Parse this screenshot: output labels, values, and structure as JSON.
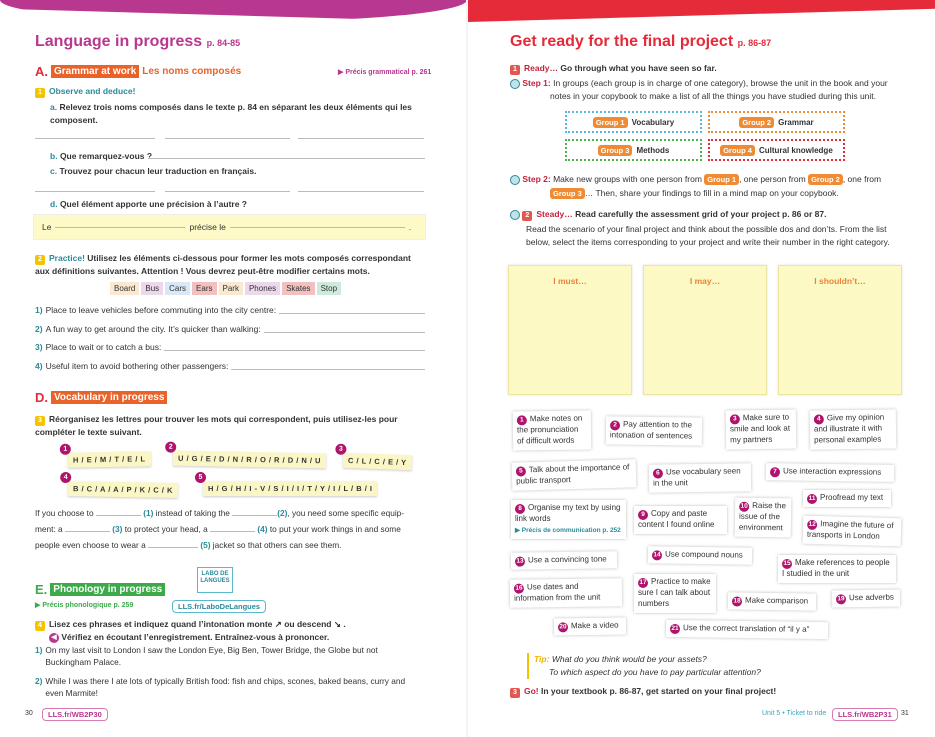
{
  "left": {
    "title": "Language in progress",
    "title_pages": "p. 84-85",
    "secA": {
      "letter": "A.",
      "label": "Grammar at work",
      "subtitle": "Les noms composés",
      "ref": "▶ Précis grammatical p. 261"
    },
    "ex1": {
      "num": "1",
      "heading": "Observe and deduce!",
      "a_l": "a.",
      "a": "Relevez trois noms composés dans le texte p. 84 en séparant les deux éléments qui les composent.",
      "b_l": "b.",
      "b": "Que remarquez-vous ?",
      "c_l": "c.",
      "c": "Trouvez pour chacun leur traduction en français.",
      "d_l": "d.",
      "d": "Quel élément apporte une précision à l’autre ?",
      "box_le": "Le",
      "box_mid": "précise le",
      "box_end": "."
    },
    "ex2": {
      "num": "2",
      "heading": "Practice!",
      "text": "Utilisez les éléments ci-dessous pour former les mots composés correspondant aux définitions suivantes. Attention ! Vous devrez peut-être modifier certains mots.",
      "chips": [
        "Board",
        "Bus",
        "Cars",
        "Ears",
        "Park",
        "Phones",
        "Skates",
        "Stop"
      ],
      "items": [
        {
          "n": "1)",
          "t": "Place to leave vehicles before commuting into the city centre:"
        },
        {
          "n": "2)",
          "t": "A fun way to get around the city. It’s quicker than walking:"
        },
        {
          "n": "3)",
          "t": "Place to wait or to catch a bus:"
        },
        {
          "n": "4)",
          "t": "Useful item to avoid bothering other passengers:"
        }
      ]
    },
    "secD": {
      "letter": "D.",
      "label": "Vocabulary in progress"
    },
    "ex3": {
      "num": "3",
      "text": "Réorganisez les lettres pour trouver les mots qui correspondent, puis utilisez-les pour compléter le texte suivant.",
      "anagrams": [
        {
          "n": "1",
          "t": "H / E / M / T / E / L"
        },
        {
          "n": "2",
          "t": "U / G / E / D / N / R / O / R / D / N / U"
        },
        {
          "n": "3",
          "t": "C / L / C / E / Y"
        },
        {
          "n": "4",
          "t": "B / C / A / A / P / K / C / K"
        },
        {
          "n": "5",
          "t": "H / G / H / I - V / S / I / I / T / Y / I / L / B / I"
        }
      ],
      "p1": "If you choose to",
      "r1": "(1)",
      "p2": "instead of taking the",
      "r2": "(2)",
      "p3": ", you need some specific equip-",
      "p4": "ment: a",
      "r3": "(3)",
      "p5": "to protect your head, a",
      "r4": "(4)",
      "p6": "to put your work things in and some",
      "p7": "people even choose to wear a",
      "r5": "(5)",
      "p8": "jacket so that others can see them."
    },
    "secE": {
      "letter": "E.",
      "label": "Phonology in progress",
      "ref": "▶ Précis phonologique p. 259",
      "logo": "LABO DE LANGUES",
      "link": "LLS.fr/LaboDeLangues"
    },
    "ex4": {
      "num": "4",
      "text": "Lisez ces phrases et indiquez quand l’intonation monte ↗ ou descend ↘ .",
      "text2": "Vérifiez en écoutant l’enregistrement. Entraînez-vous à prononcer.",
      "items": [
        {
          "n": "1)",
          "t": "On my last visit to London I saw the London Eye, Big Ben, Tower Bridge, the Globe but not Buckingham Palace."
        },
        {
          "n": "2)",
          "t": "While I was there I ate lots of typically British food: fish and chips, scones, baked beans, curry and even Marmite!"
        }
      ]
    },
    "footer": {
      "page": "30",
      "link": "LLS.fr/WB2P30"
    }
  },
  "right": {
    "title": "Get ready for the final project",
    "title_pages": "p. 86-87",
    "ready": {
      "num": "1",
      "label": "Ready…",
      "text": "Go through what you have seen so far."
    },
    "step1": {
      "label": "Step 1:",
      "text": "In groups (each group is in charge of one category), browse the unit in the book and your notes in your copybook to make a list of all the things you have studied during this unit."
    },
    "groups": [
      {
        "tag": "Group 1",
        "name": "Vocabulary"
      },
      {
        "tag": "Group 2",
        "name": "Grammar"
      },
      {
        "tag": "Group 3",
        "name": "Methods"
      },
      {
        "tag": "Group 4",
        "name": "Cultural knowledge"
      }
    ],
    "step2": {
      "label": "Step 2:",
      "t1": "Make new groups with one person from",
      "g1": "Group 1",
      "t2": ", one person from",
      "g2": "Group 2",
      "t3": ", one from",
      "g3": "Group 3",
      "t4": "… Then, share your findings to fill in a mind map on your copybook."
    },
    "steady": {
      "num": "2",
      "label": "Steady…",
      "text": "Read carefully the assessment grid of your project p. 86 or 87.",
      "body": "Read the scenario of your final project and think about the possible dos and don’ts. From the list below, select the items corresponding to your project and write their number in the right category."
    },
    "columns": [
      "I must…",
      "I may…",
      "I shouldn’t…"
    ],
    "cards": [
      {
        "n": "1",
        "t": "Make notes on the pronunciation of difficult words"
      },
      {
        "n": "2",
        "t": "Pay attention to the intonation of sentences"
      },
      {
        "n": "3",
        "t": "Make sure to smile and look at my partners"
      },
      {
        "n": "4",
        "t": "Give my opinion and illustrate it with personal examples"
      },
      {
        "n": "5",
        "t": "Talk about the importance of public transport"
      },
      {
        "n": "6",
        "t": "Use vocabulary seen in the unit"
      },
      {
        "n": "7",
        "t": "Use interaction expressions"
      },
      {
        "n": "8",
        "t": "Organise my text by using link words",
        "ref": "▶ Précis de communication p. 252"
      },
      {
        "n": "9",
        "t": "Copy and paste content I found online"
      },
      {
        "n": "10",
        "t": "Raise the issue of the environment"
      },
      {
        "n": "11",
        "t": "Proofread my text"
      },
      {
        "n": "12",
        "t": "Imagine the future of transports in London"
      },
      {
        "n": "13",
        "t": "Use a convincing tone"
      },
      {
        "n": "14",
        "t": "Use compound nouns"
      },
      {
        "n": "15",
        "t": "Make references to people I studied in the unit"
      },
      {
        "n": "16",
        "t": "Use dates and information from the unit"
      },
      {
        "n": "17",
        "t": "Practice to make sure I can talk about numbers"
      },
      {
        "n": "18",
        "t": "Make comparison"
      },
      {
        "n": "19",
        "t": "Use adverbs"
      },
      {
        "n": "20",
        "t": "Make a video"
      },
      {
        "n": "21",
        "t": "Use the correct translation of “il y a”"
      }
    ],
    "tip": {
      "label": "Tip:",
      "l1": "What do you think would be your assets?",
      "l2": "To which aspect do you have to pay particular attention?"
    },
    "go": {
      "num": "3",
      "label": "Go!",
      "text": "In your textbook p. 86-87, get started on your final project!"
    },
    "footer": {
      "unit": "Unit 5 • Ticket to ride",
      "link": "LLS.fr/WB2P31",
      "page": "31"
    }
  },
  "colors": {
    "magenta": "#b8378f",
    "red": "#e52a3a",
    "orange": "#e8622a",
    "teal": "#2a8a9a",
    "green": "#3daa4a"
  }
}
